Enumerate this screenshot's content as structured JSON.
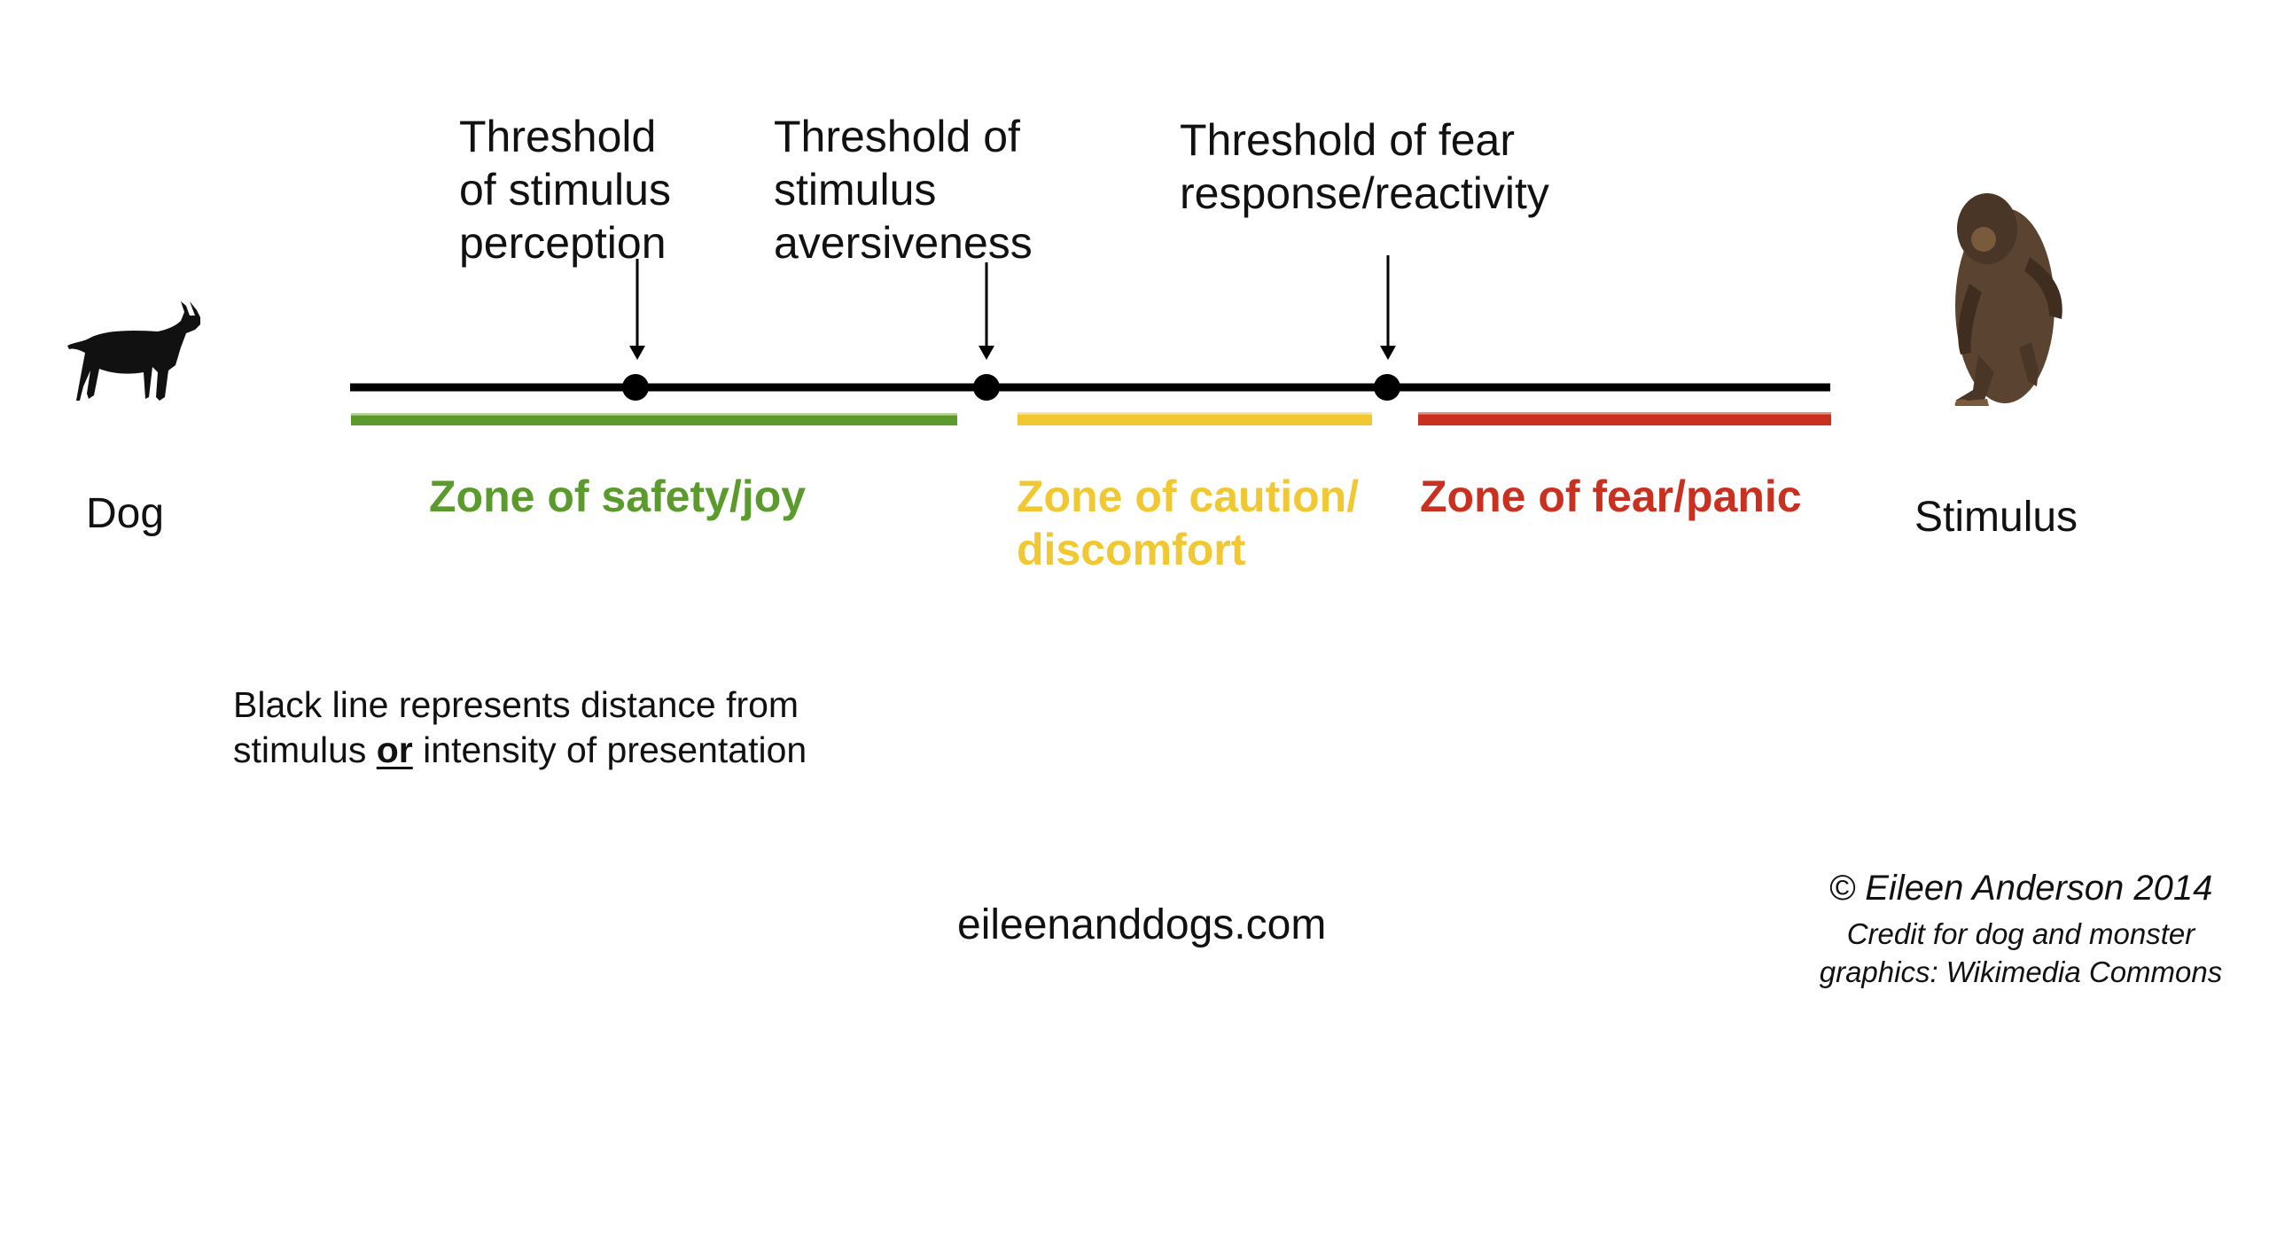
{
  "left_end": {
    "label": "Dog",
    "icon": "dog-silhouette-icon"
  },
  "right_end": {
    "label": "Stimulus",
    "icon": "monster-icon"
  },
  "thresholds": [
    {
      "label": "Threshold\nof stimulus\nperception"
    },
    {
      "label": "Threshold of\nstimulus\naversiveness"
    },
    {
      "label": "Threshold of fear\nresponse/reactivity"
    }
  ],
  "zones": [
    {
      "label": "Zone of safety/joy",
      "color": "#5b9a2d"
    },
    {
      "label": "Zone of caution/\ndiscomfort",
      "color": "#f1c832"
    },
    {
      "label": "Zone of fear/panic",
      "color": "#c9301f"
    }
  ],
  "note": {
    "before": "Black line represents distance from\nstimulus ",
    "emphasis": "or",
    "after": " intensity of presentation"
  },
  "website": "eileenanddogs.com",
  "credit": {
    "copyright": "© Eileen Anderson 2014",
    "line": "Credit for dog and monster\ngraphics: Wikimedia Commons"
  }
}
